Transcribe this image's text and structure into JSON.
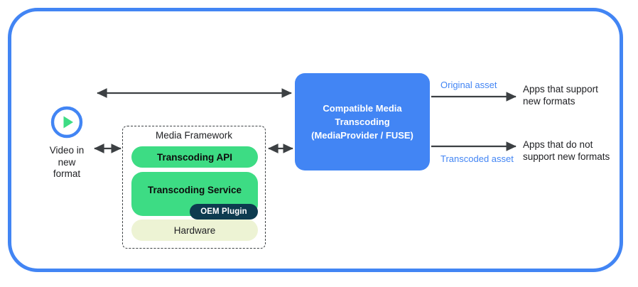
{
  "frame": {
    "border_color": "#4285f4"
  },
  "source": {
    "icon": "play-circle-icon",
    "label": "Video in\nnew\nformat",
    "label_lines": [
      "Video in",
      "new",
      "format"
    ],
    "icon_ring_color": "#4285f4",
    "icon_triangle_color": "#3ddc84"
  },
  "media_framework": {
    "title": "Media Framework",
    "boxes": [
      {
        "label": "Transcoding API",
        "color": "#3ddc84",
        "text_color": "#0d0d0d"
      },
      {
        "label": "Transcoding Service",
        "color": "#3ddc84",
        "text_color": "#0d0d0d"
      },
      {
        "label": "Hardware",
        "color": "#edf3d4",
        "text_color": "#202124"
      }
    ],
    "badge": {
      "label": "OEM Plugin",
      "color": "#0d3b4f",
      "text_color": "#ffffff"
    }
  },
  "cmt": {
    "lines": [
      "Compatible Media",
      "Transcoding",
      "(MediaProvider / FUSE)"
    ],
    "text": "Compatible Media Transcoding (MediaProvider / FUSE)",
    "color": "#4285f4",
    "text_color": "#ffffff"
  },
  "outputs": [
    {
      "asset_label": "Original asset",
      "asset_label_color": "#4285f4",
      "target_lines": [
        "Apps that support",
        "new formats"
      ]
    },
    {
      "asset_label": "Transcoded asset",
      "asset_label_color": "#4285f4",
      "target_lines": [
        "Apps that do not",
        "support new formats"
      ]
    }
  ],
  "connectors": [
    {
      "name": "source-to-cmt",
      "type": "double-arrow"
    },
    {
      "name": "source-to-framework",
      "type": "double-arrow"
    },
    {
      "name": "framework-to-cmt",
      "type": "double-arrow"
    },
    {
      "name": "cmt-to-apps-support",
      "type": "single-arrow"
    },
    {
      "name": "cmt-to-apps-no-support",
      "type": "single-arrow"
    }
  ]
}
